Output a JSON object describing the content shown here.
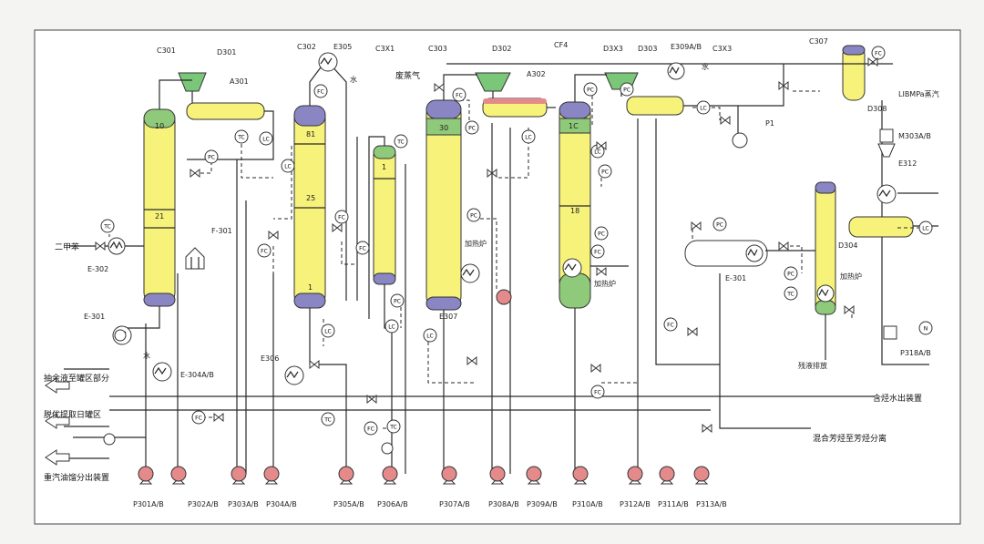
{
  "equipment_tags": {
    "c301": "C301",
    "d301": "D301",
    "c302": "C302",
    "e305": "E305",
    "c3x1": "C3X1",
    "c303": "C303",
    "d302": "D302",
    "cf4": "CF4",
    "d3x3": "D3X3",
    "d303": "D303",
    "e309ab": "E309A/B",
    "c3x3": "C3X3",
    "c307": "C307",
    "a301": "A301",
    "a302": "A302",
    "f301": "F-301",
    "e302": "E-302",
    "e301": "E-301",
    "e304ab": "E-304A/B",
    "e306": "E306",
    "e307": "E307",
    "e301b": "E-301",
    "d304": "D304",
    "d308": "D308",
    "e312": "E312",
    "m303ab": "M303A/B",
    "p1": "P1"
  },
  "column_tray_labels": {
    "c301_top": "10",
    "c301_mid": "21",
    "c302_top": "81",
    "c302_mid": "25",
    "c302_bot": "1",
    "c3x1_top": "1",
    "c303_top": "30",
    "cf4_top": "1C",
    "cf4_mid": "18"
  },
  "instrument_labels": {
    "tc": "TC",
    "fc": "FC",
    "lc": "LC",
    "pc": "PC",
    "n": "N"
  },
  "stream_labels": {
    "feed": "二甲苯",
    "water1": "水",
    "water2": "水",
    "water3": "水",
    "waste_gas": "废蒸气",
    "heating1": "加热炉",
    "heating2": "加热炉",
    "heating3": "加热炉",
    "steam": "LIBMPa蒸汽",
    "residual_oil": "残液排放"
  },
  "outlet_labels": {
    "to_crude_tank": "抽余液至罐区部分",
    "to_refinery": "脱优提取日罐区",
    "to_separation": "重汽油馏分出装置",
    "to_aromatics": "混合芳烃至芳烃分离",
    "to_water_unit": "含烃水出装置"
  },
  "pump_labels": [
    "P301A/B",
    "P302A/B",
    "P303A/B",
    "P304A/B",
    "P305A/B",
    "P306A/B",
    "P307A/B",
    "P308A/B",
    "P309A/B",
    "P310A/B",
    "P312A/B",
    "P311A/B",
    "P313A/B",
    "P318A/B"
  ],
  "colors": {
    "vessel_fill": "#f6f27a",
    "vessel_top": "#8fc97a",
    "vessel_cap": "#8a86c4",
    "pump": "#e58a8a",
    "line": "#2a2a2a",
    "background": "#f4f4f2"
  }
}
